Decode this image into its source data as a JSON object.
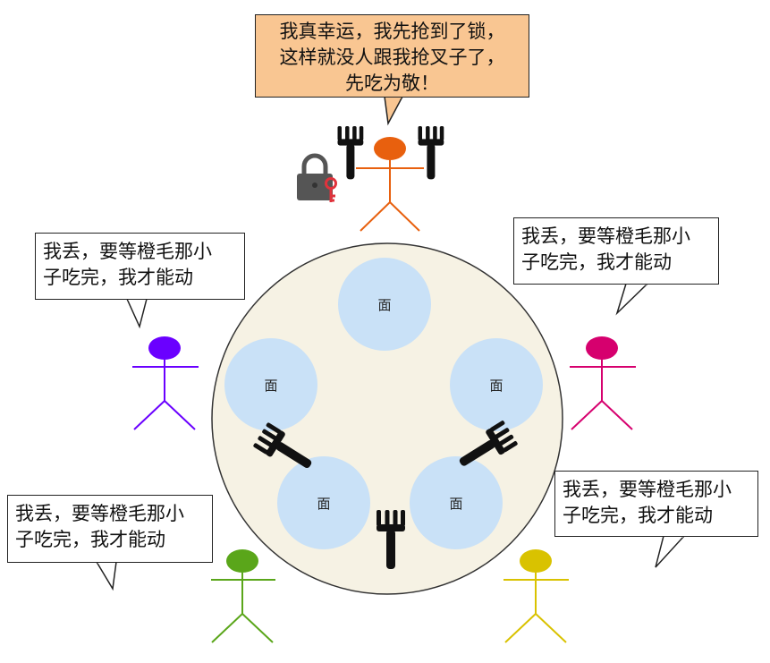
{
  "speech": {
    "top": [
      "我真幸运，我先抢到了锁，",
      "这样就没人跟我抢叉子了，",
      "先吃为敬！"
    ],
    "left": [
      "我丢，要等橙毛那小",
      "子吃完，我才能动"
    ],
    "right": [
      "我丢，要等橙毛那小",
      "子吃完，我才能动"
    ],
    "bottom_left": [
      "我丢，要等橙毛那小",
      "子吃完，我才能动"
    ],
    "bottom_right": [
      "我丢，要等橙毛那小",
      "子吃完，我才能动"
    ]
  },
  "bowls": [
    "面",
    "面",
    "面",
    "面",
    "面"
  ],
  "icons": {
    "lock": "lock-icon",
    "key": "key-icon",
    "fork": "fork-icon"
  },
  "colors": {
    "philosopher_orange": "#e8600e",
    "philosopher_purple": "#6a00ff",
    "philosopher_pink": "#d6006e",
    "philosopher_green": "#5aa61a",
    "philosopher_yellow": "#d9c200",
    "table": "#f6f2e4",
    "bowl": "#c9e1f7",
    "main_bubble": "#f9c692",
    "key": "#e0333c"
  }
}
